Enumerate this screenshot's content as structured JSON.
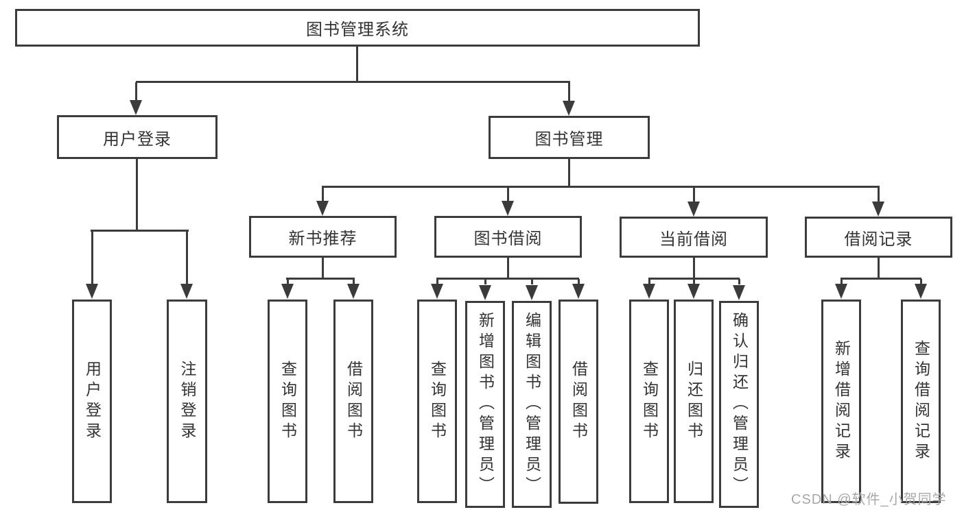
{
  "tree": {
    "label": "图书管理系统",
    "children": [
      {
        "label": "用户登录",
        "children": [
          {
            "label": "用户登录"
          },
          {
            "label": "注销登录"
          }
        ]
      },
      {
        "label": "图书管理",
        "children": [
          {
            "label": "新书推荐",
            "children": [
              {
                "label": "查询图书"
              },
              {
                "label": "借阅图书"
              }
            ]
          },
          {
            "label": "图书借阅",
            "children": [
              {
                "label": "查询图书"
              },
              {
                "label": "新增图书（管理员）"
              },
              {
                "label": "编辑图书（管理员）"
              },
              {
                "label": "借阅图书"
              }
            ]
          },
          {
            "label": "当前借阅",
            "children": [
              {
                "label": "查询图书"
              },
              {
                "label": "归还图书"
              },
              {
                "label": "确认归还（管理员）"
              }
            ]
          },
          {
            "label": "借阅记录",
            "children": [
              {
                "label": "新增借阅记录"
              },
              {
                "label": "查询借阅记录"
              }
            ]
          }
        ]
      }
    ]
  },
  "watermark": "CSDN @软件_小贺同学",
  "colors": {
    "line": "#3b3b3b",
    "text": "#333333",
    "watermark": "#a8a8a8",
    "bg": "#ffffff"
  }
}
